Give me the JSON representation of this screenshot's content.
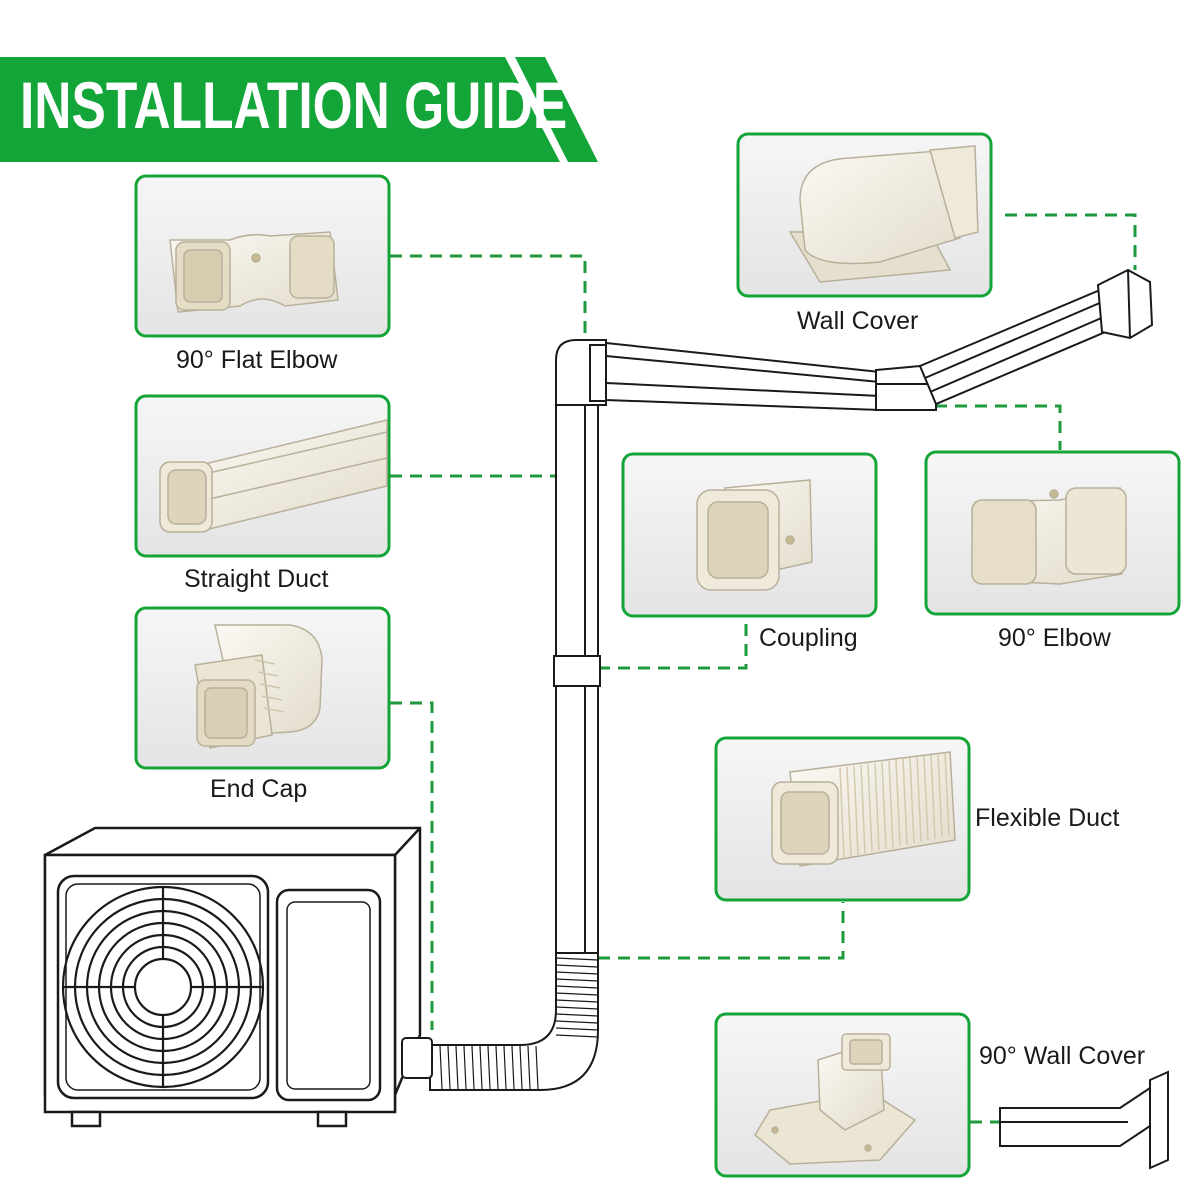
{
  "title": "INSTALLATION GUIDE",
  "colors": {
    "accent": "#14a538",
    "dash": "#1d9a3e",
    "part": "#f1ede2",
    "part_shade": "#d9d3c2",
    "card_bg": "#efefef"
  },
  "parts": [
    {
      "id": "flat-elbow",
      "label": "90° Flat Elbow",
      "icon": "flat-elbow-icon"
    },
    {
      "id": "straight-duct",
      "label": "Straight Duct",
      "icon": "straight-duct-icon"
    },
    {
      "id": "end-cap",
      "label": "End Cap",
      "icon": "end-cap-icon"
    },
    {
      "id": "wall-cover",
      "label": "Wall Cover",
      "icon": "wall-cover-icon"
    },
    {
      "id": "coupling",
      "label": "Coupling",
      "icon": "coupling-icon"
    },
    {
      "id": "elbow",
      "label": "90° Elbow",
      "icon": "elbow-icon"
    },
    {
      "id": "flexible-duct",
      "label": "Flexible Duct",
      "icon": "flexible-duct-icon"
    },
    {
      "id": "wall-cover-90",
      "label": "90° Wall Cover",
      "icon": "wall-cover-90-icon"
    }
  ]
}
